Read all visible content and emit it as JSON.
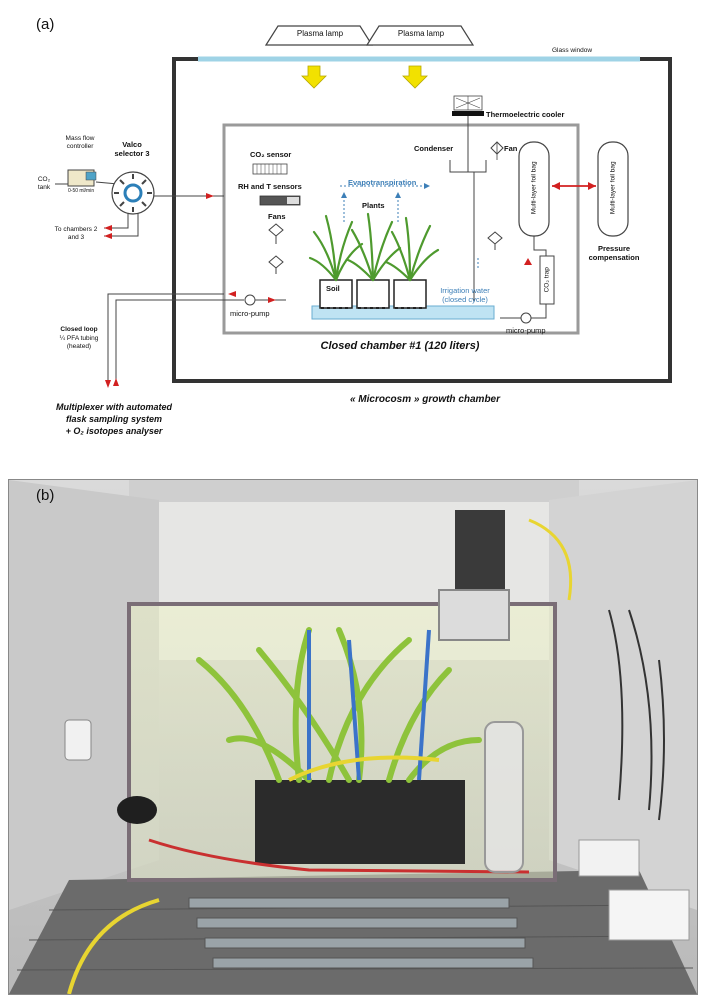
{
  "panel_a": {
    "label": "(a)",
    "plasma_lamp_1": "Plasma lamp",
    "plasma_lamp_2": "Plasma lamp",
    "glass_window": "Glass window",
    "thermoelectric_cooler": "Thermoelectric cooler",
    "condenser": "Condenser",
    "fan": "Fan",
    "mass_flow_controller": "Mass flow controller",
    "mfc_range": "0-50 ml/min",
    "valco_selector": "Valco selector 3",
    "co2_tank": "CO₂ tank",
    "to_chambers": "To chambers 2 and 3",
    "co2_sensor": "CO₂ sensor",
    "rh_t_sensors": "RH and T sensors",
    "fans": "Fans",
    "evapotranspiration": "Evapotranspiration",
    "plants": "Plants",
    "soil": "Soil",
    "irrigation_water": "Irrigation water (closed cycle)",
    "foil_bag_1": "Multi-layer foil bag",
    "foil_bag_2": "Multi-layer foil bag",
    "pressure_compensation": "Pressure compensation",
    "co2_trap": "CO₂ trap",
    "micro_pump_left": "micro-pump",
    "micro_pump_right": "micro-pump",
    "closed_loop": "Closed loop",
    "pfa_tubing": "¼ PFA tubing (heated)",
    "closed_chamber": "Closed chamber #1 (120 liters)",
    "multiplexer_line1": "Multiplexer with automated",
    "multiplexer_line2": "flask sampling system",
    "multiplexer_line3": "+ O₂ isotopes analyser",
    "growth_chamber": "« Microcosm » growth chamber"
  },
  "panel_b": {
    "label": "(b)"
  },
  "colors": {
    "chamber_border": "#333333",
    "inner_border": "#9a9a9a",
    "glass": "#9fd3e6",
    "arrow_yellow": "#f2e100",
    "arrow_red": "#d22020",
    "label_blue": "#3d7fb7",
    "plant_green": "#4e9a2e"
  }
}
